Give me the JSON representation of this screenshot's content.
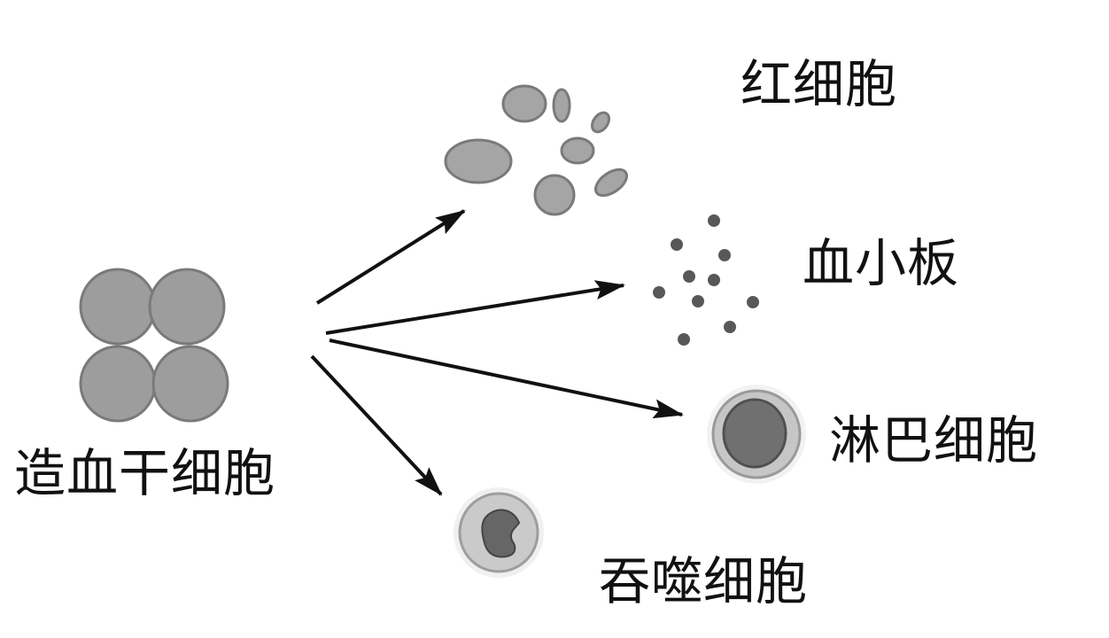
{
  "labels": {
    "stem_cell": "造血干细胞",
    "red_blood_cell": "红细胞",
    "platelet": "血小板",
    "lymphocyte": "淋巴细胞",
    "macrophage": "吞噬细胞"
  }
}
